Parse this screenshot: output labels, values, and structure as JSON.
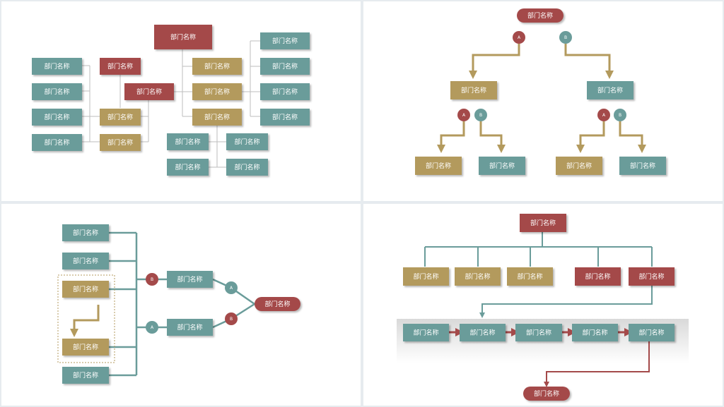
{
  "colors": {
    "red": "#a44a4a",
    "gold": "#b39a5d",
    "teal": "#6a9c9a",
    "line_gray": "#bdbdbd",
    "arrow_gold": "#b39a5d",
    "arrow_red": "#a44a4a"
  },
  "node_label": "部门名称",
  "circle_labels": {
    "a": "A",
    "b": "B"
  }
}
